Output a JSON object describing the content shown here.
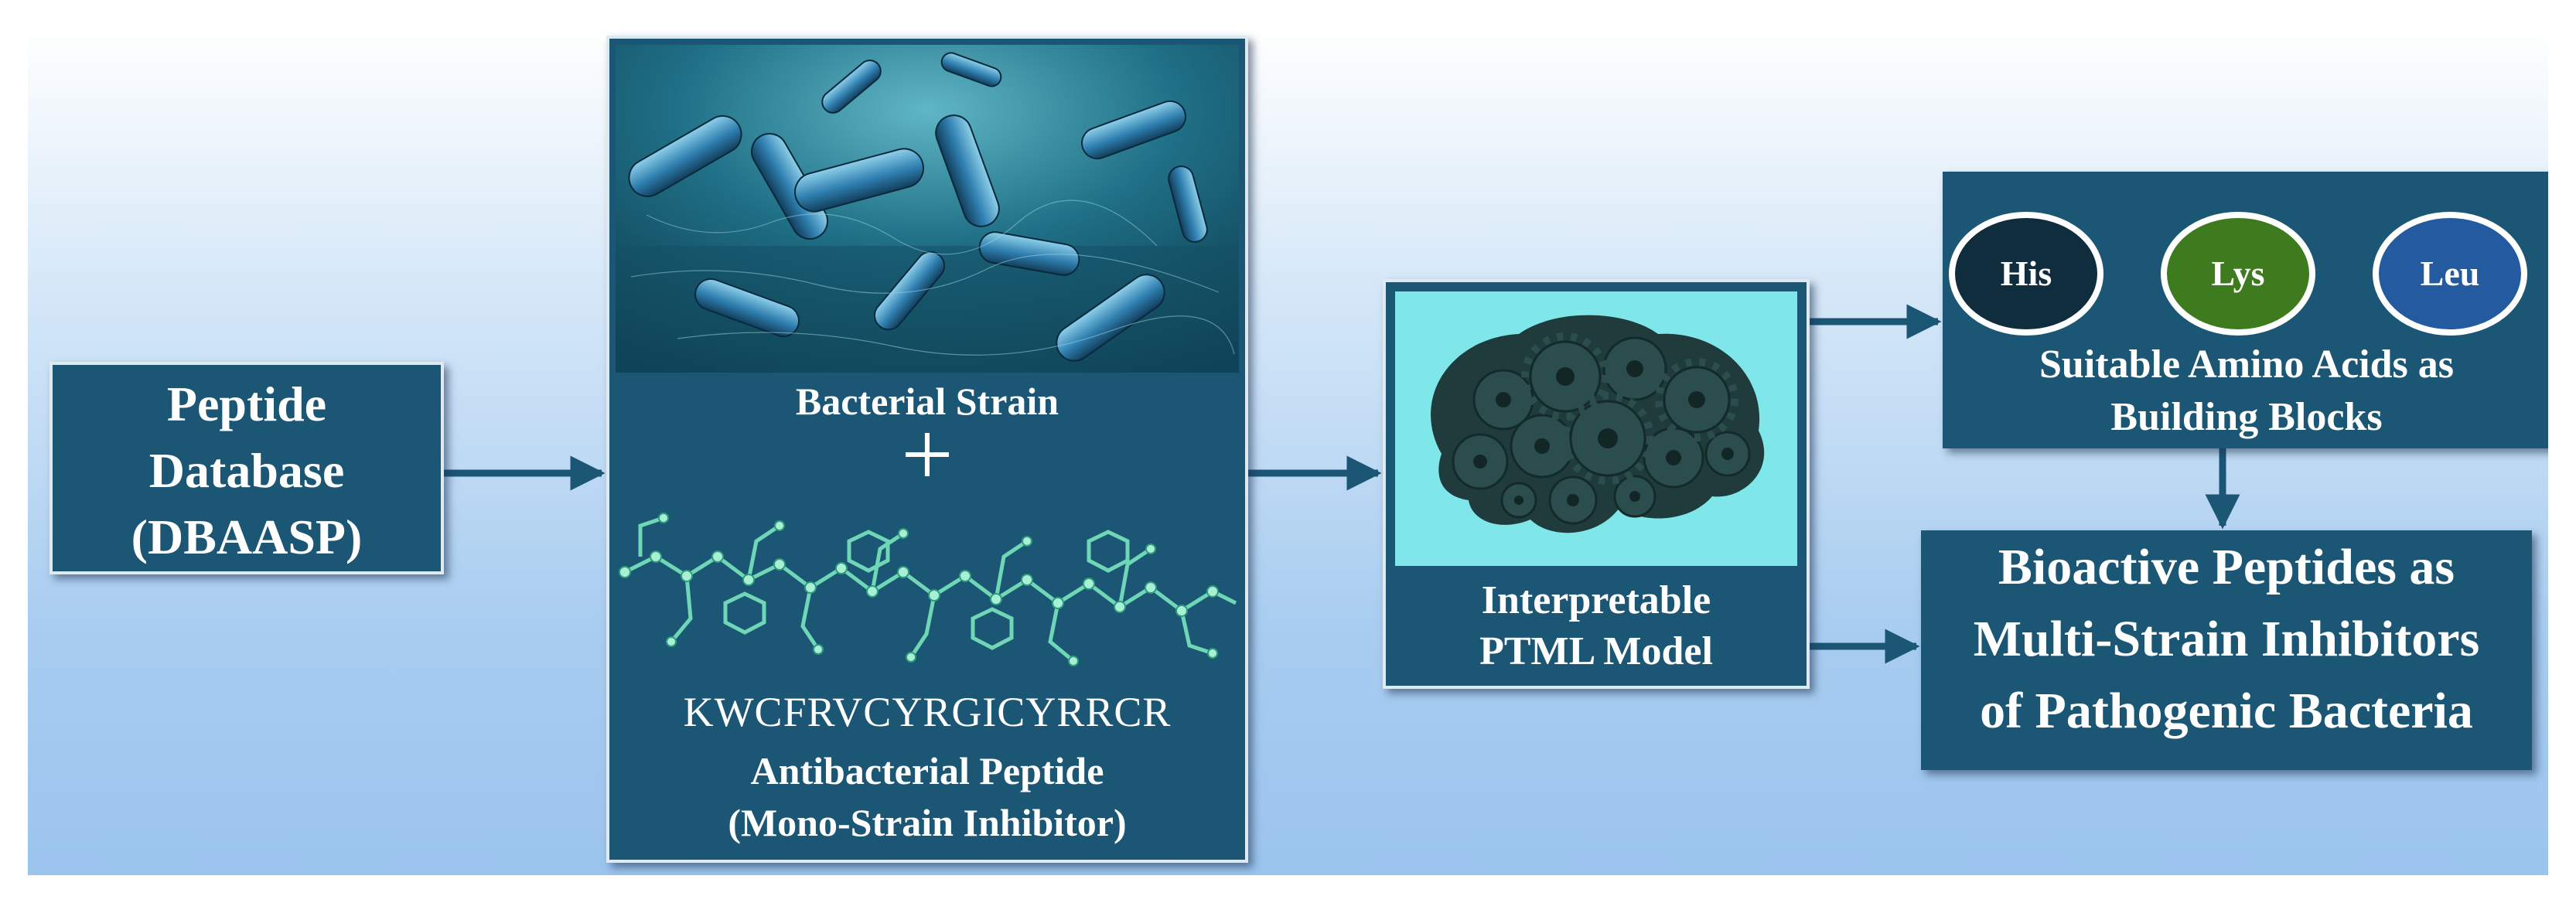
{
  "database_box": {
    "lines": [
      "Peptide",
      "Database",
      "(DBAASP)"
    ]
  },
  "input_box": {
    "strain_label": "Bacterial Strain",
    "plus": "+",
    "sequence": "KWCFRVCYRGICYRRCR",
    "peptide_label": "Antibacterial Peptide",
    "inhibitor_label": "(Mono-Strain Inhibitor)"
  },
  "model_box": {
    "label_line1": "Interpretable",
    "label_line2": "PTML Model"
  },
  "amino_box": {
    "acids": [
      "His",
      "Lys",
      "Leu"
    ],
    "label_line1": "Suitable Amino Acids as",
    "label_line2": "Building Blocks"
  },
  "result_box": {
    "lines": [
      "Bioactive Peptides as",
      "Multi-Strain Inhibitors",
      "of Pathogenic Bacteria"
    ]
  },
  "colors": {
    "box_fill": "#1b5675",
    "arrow": "#1b5675",
    "his": "#0f2d3c",
    "lys": "#3e7b1f",
    "leu": "#235aa0",
    "brain_bg": "#7fe6ea"
  }
}
